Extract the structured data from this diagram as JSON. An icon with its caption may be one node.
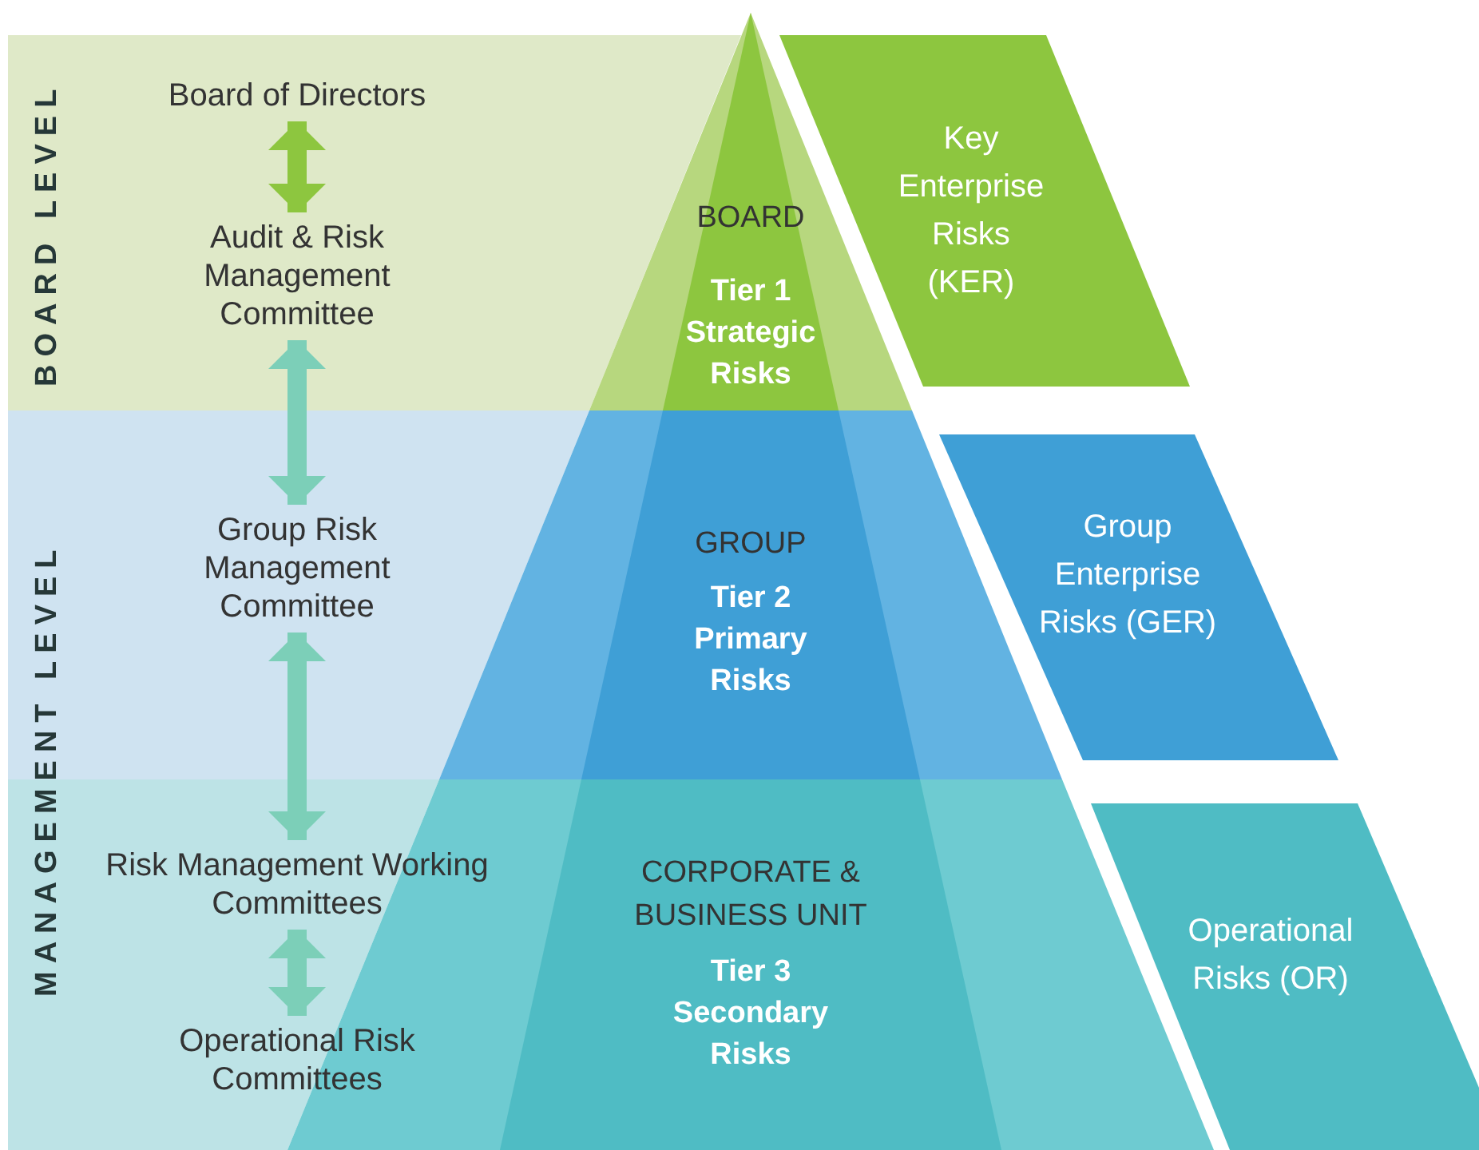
{
  "diagram": {
    "nodes": [
      {
        "text": [
          "BOARD LEVEL"
        ]
      },
      {
        "text": [
          "Board of Directors"
        ],
        "in": 0
      },
      {
        "text": [
          "Audit & Risk Management Committee"
        ],
        "in": 0
      },
      {
        "text": [
          "MANAGEMENT LEVEL"
        ]
      },
      {
        "text": [
          "Group Risk Management Committee"
        ],
        "in": 3
      },
      {
        "text": [
          "Risk Management Working Committees"
        ],
        "in": 3
      },
      {
        "text": [
          "Operational Risk Committees"
        ],
        "in": 3
      },
      {
        "text": [
          "BOARD",
          "Tier 1 Strategic Risks"
        ]
      },
      {
        "text": [
          "GROUP",
          "Tier 2 Primary Risks"
        ]
      },
      {
        "text": [
          "CORPORATE & BUSINESS UNIT",
          "Tier 3 Secondary Risks"
        ]
      },
      {
        "text": [
          "Key Enterprise Risks (KER)"
        ]
      },
      {
        "text": [
          "Group Enterprise Risks (GER)"
        ]
      },
      {
        "text": [
          "Operational Risks (OR)"
        ]
      }
    ],
    "edges": [
      {
        "from": 1,
        "to": 2,
        "arrow": "both",
        "color": "#8dc63f"
      },
      {
        "from": 2,
        "to": 4,
        "arrow": "both"
      },
      {
        "from": 4,
        "to": 5,
        "arrow": "both"
      },
      {
        "from": 5,
        "to": 6,
        "arrow": "both"
      }
    ]
  }
}
